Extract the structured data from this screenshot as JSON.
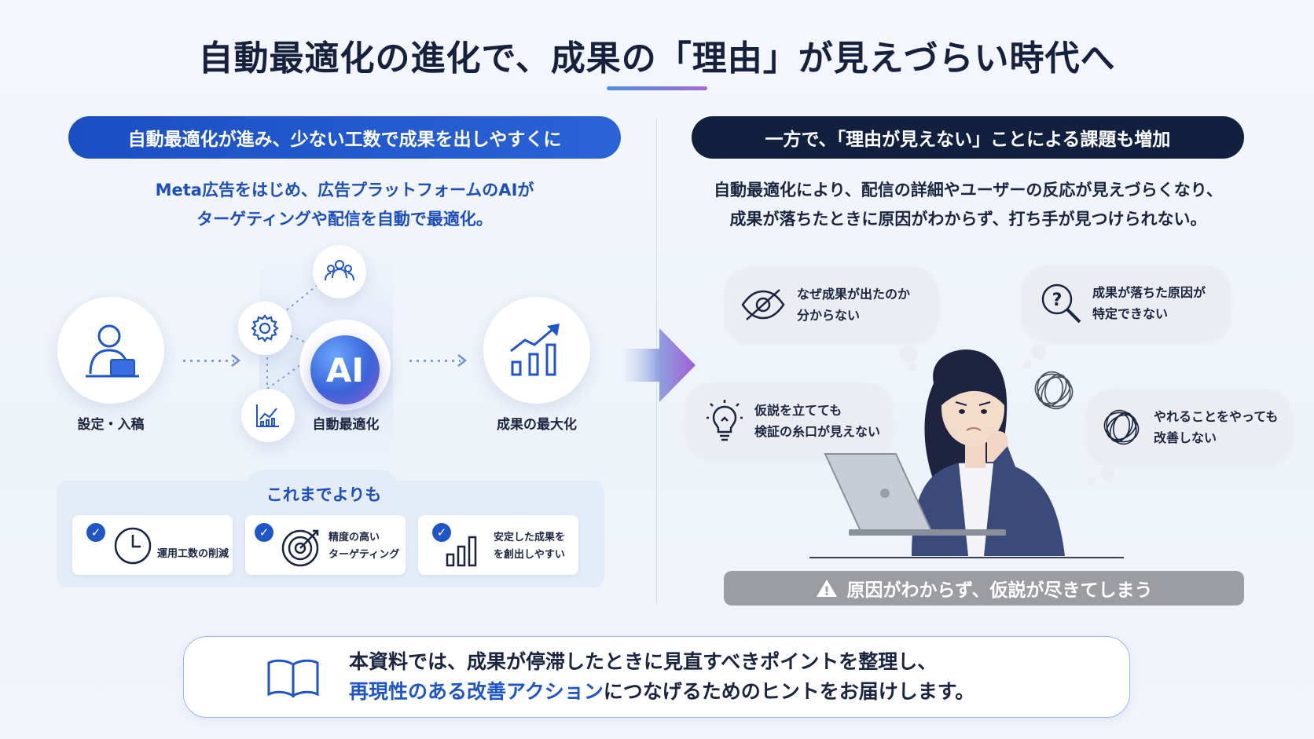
{
  "title": "自動最適化の進化で、成果の「理由」が見えづらい時代へ",
  "left": {
    "header": "自動最適化が進み、少ない工数で成果を出しやすくに",
    "desc_line1": "Meta広告をはじめ、広告プラットフォームのAIが",
    "desc_line2": "ターゲティングや配信を自動で最適化。",
    "flow": {
      "step1_label": "設定・入稿",
      "ai_text": "AI",
      "step2_label": "自動最適化",
      "step3_label": "成果の最大化"
    },
    "benefits_title": "これまでよりも",
    "benefits": [
      {
        "line1": "運用工数の削減",
        "line2": ""
      },
      {
        "line1": "精度の高い",
        "line2": "ターゲティング"
      },
      {
        "line1": "安定した成果を",
        "line2": "を創出しやすい"
      }
    ],
    "check_mark": "✓"
  },
  "right": {
    "header": "一方で、「理由が見えない」ことによる課題も増加",
    "desc_line1": "自動最適化により、配信の詳細やユーザーの反応が見えづらくなり、",
    "desc_line2": "成果が落ちたときに原因がわからず、打ち手が見つけられない。",
    "bubbles": [
      {
        "line1": "なぜ成果が出たのか",
        "line2": "分からない"
      },
      {
        "line1": "成果が落ちた原因が",
        "line2": "特定できない"
      },
      {
        "line1": "仮説を立てても",
        "line2": "検証の糸口が見えない"
      },
      {
        "line1": "やれることをやっても",
        "line2": "改善しない"
      }
    ],
    "warning": "原因がわからず、仮説が尽きてしまう",
    "warning_icon": "!"
  },
  "bottom": {
    "line1": "本資料では、成果が停滞したときに見直すべきポイントを整理し、",
    "line2_highlight": "再現性のある改善アクション",
    "line2_rest": "につなげるためのヒントをお届けします。"
  },
  "colors": {
    "accent_blue": "#1f55c6",
    "navy": "#12203f",
    "warning_gray": "#9b9da3"
  }
}
